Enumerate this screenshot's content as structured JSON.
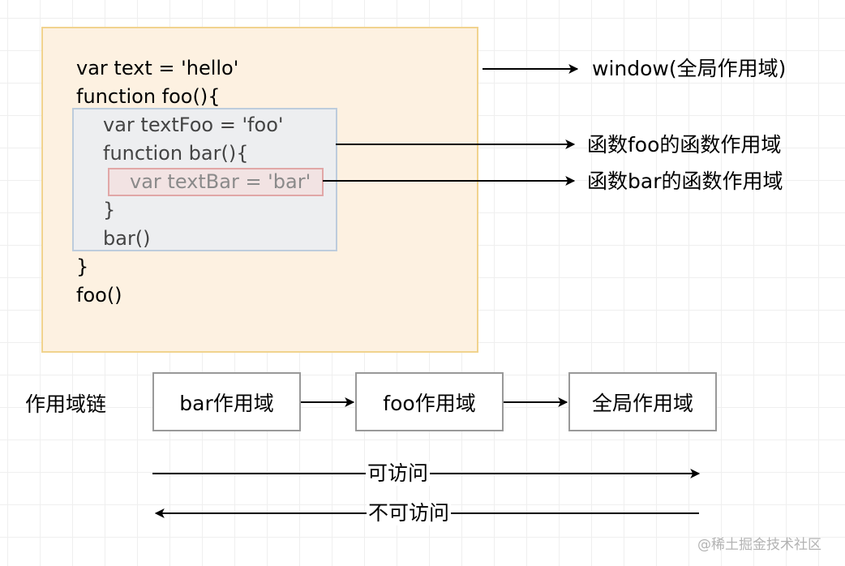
{
  "code": {
    "global_lines": [
      "var text = 'hello'",
      "function foo(){"
    ],
    "foo_lines": [
      "var textFoo = 'foo'",
      "function bar(){"
    ],
    "bar_line": "var textBar = 'bar'",
    "foo_close_lines": [
      "}",
      "bar()"
    ],
    "global_close_lines": [
      "}",
      "foo()"
    ]
  },
  "scopes": {
    "global_label": "window(全局作用域)",
    "foo_label": "函数foo的函数作用域",
    "bar_label": "函数bar的函数作用域"
  },
  "chain": {
    "title": "作用域链",
    "items": [
      "bar作用域",
      "foo作用域",
      "全局作用域"
    ]
  },
  "access": {
    "accessible": "可访问",
    "inaccessible": "不可访问"
  },
  "watermark": "@稀土掘金技术社区",
  "colors": {
    "global_fill": "#fdf1e1",
    "global_border": "#f1d38e",
    "foo_fill": "#edeef0",
    "foo_border": "#bdccdc",
    "bar_fill": "#f2e3e3",
    "bar_border": "#e1a7a7"
  }
}
